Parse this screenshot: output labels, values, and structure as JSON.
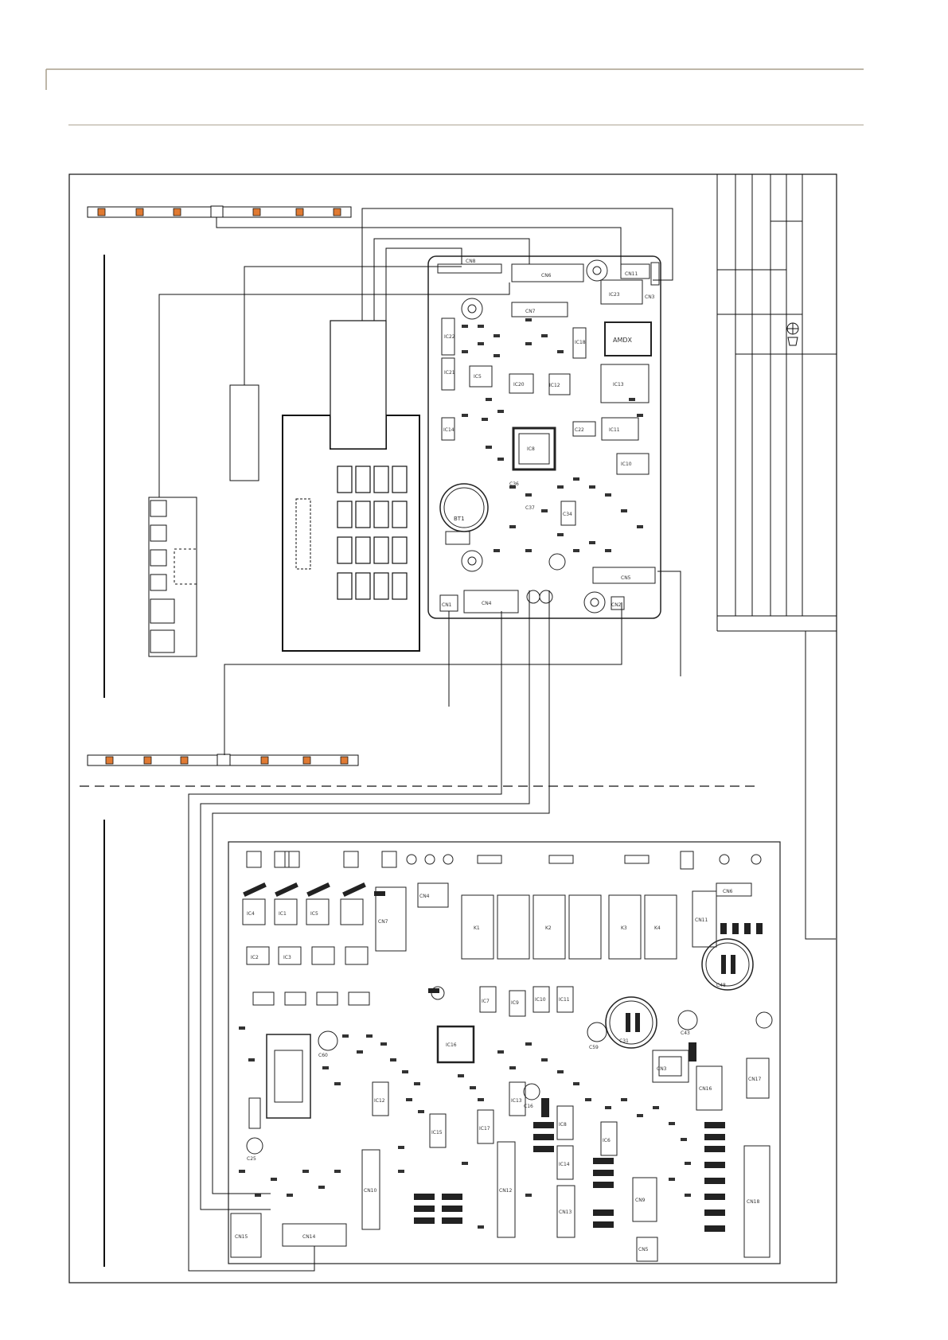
{
  "colors": {
    "rule": "#a89f8c",
    "ink": "#111111",
    "led": "#e07a32",
    "board_fill": "#ffffff"
  },
  "upper_board": {
    "chip_labels": [
      "AMDX",
      "IC12",
      "IC8",
      "IC23",
      "IC13",
      "IC11",
      "IC10",
      "IC22",
      "IC5",
      "IC21",
      "IC20",
      "IC14",
      "IC18",
      "C34",
      "C22",
      "C36",
      "C37"
    ],
    "battery_label": "BT1",
    "connector_labels": [
      "CN8",
      "CN6",
      "CN7",
      "CN11",
      "CN3",
      "CN1",
      "CN4",
      "CN5",
      "CN2"
    ]
  },
  "lower_board": {
    "chip_labels": [
      "IC16",
      "IC4",
      "IC1",
      "IC5",
      "IC2",
      "IC3",
      "IC7",
      "IC9",
      "IC10",
      "IC11",
      "IC12",
      "IC15",
      "IC17",
      "IC13",
      "IC8",
      "IC6",
      "IC14"
    ],
    "cap_labels": [
      "C48",
      "C31",
      "C43",
      "C60",
      "C59",
      "C25",
      "C16"
    ],
    "connector_labels": [
      "CN10",
      "CN12",
      "CN13",
      "CN14",
      "CN15",
      "CN16",
      "CN17",
      "CN18",
      "CN9",
      "CN5",
      "CN11",
      "CN6",
      "CN3",
      "CN4",
      "CN7"
    ],
    "relay_labels": [
      "K1",
      "K2",
      "K3",
      "K4"
    ]
  }
}
